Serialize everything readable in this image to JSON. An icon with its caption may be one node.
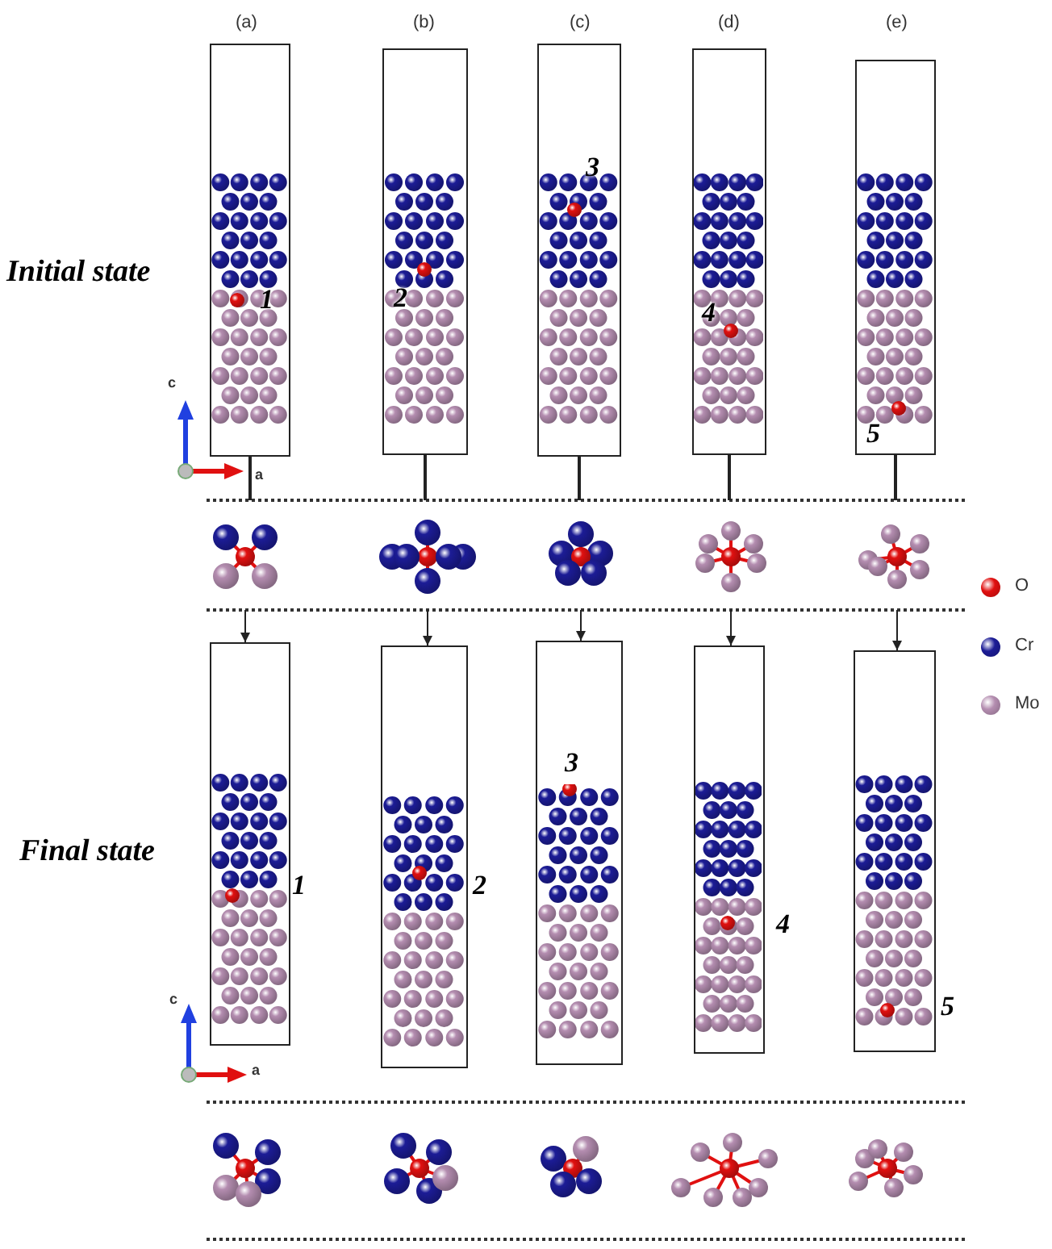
{
  "diagram": {
    "nodes": [
      {
        "text": [
          "1"
        ],
        "beside": [
          "(a)"
        ]
      },
      {
        "text": [
          "2"
        ],
        "beside": [
          "(b)"
        ]
      },
      {
        "text": [
          "3"
        ],
        "beside": [
          "(c)"
        ]
      },
      {
        "text": [
          "4"
        ],
        "beside": [
          "(d)"
        ]
      },
      {
        "text": [
          "5"
        ],
        "beside": [
          "(e)"
        ]
      },
      {
        "text": [],
        "shape": "picture"
      },
      {
        "text": [],
        "shape": "picture"
      },
      {
        "text": [],
        "shape": "picture"
      },
      {
        "text": [],
        "shape": "picture"
      },
      {
        "text": [],
        "shape": "picture"
      },
      {
        "text": [],
        "shape": "box",
        "beside": [
          "1"
        ]
      },
      {
        "text": [],
        "shape": "box",
        "beside": [
          "2"
        ]
      },
      {
        "text": [
          "3"
        ]
      },
      {
        "text": [],
        "shape": "box",
        "beside": [
          "4"
        ]
      },
      {
        "text": [],
        "shape": "box",
        "beside": [
          "5"
        ]
      },
      {
        "text": [],
        "shape": "picture"
      },
      {
        "text": [],
        "shape": "picture"
      },
      {
        "text": [],
        "shape": "picture"
      },
      {
        "text": [],
        "shape": "picture"
      },
      {
        "text": [],
        "shape": "picture"
      }
    ],
    "edges": [
      {
        "from": 0,
        "to": 5,
        "arrow": "none"
      },
      {
        "from": 1,
        "to": 6,
        "arrow": "none"
      },
      {
        "from": 2,
        "to": 7,
        "arrow": "none"
      },
      {
        "from": 3,
        "to": 8,
        "arrow": "none"
      },
      {
        "from": 4,
        "to": 9,
        "arrow": "none"
      },
      {
        "from": 5,
        "to": 10,
        "arrow": "to"
      },
      {
        "from": 6,
        "to": 11,
        "arrow": "to"
      },
      {
        "from": 7,
        "to": 12,
        "arrow": "to"
      },
      {
        "from": 8,
        "to": 13,
        "arrow": "to"
      },
      {
        "from": 9,
        "to": 14,
        "arrow": "to"
      }
    ],
    "labels": [
      "Initial state",
      "c",
      "a",
      "Final state",
      "c",
      "a"
    ],
    "legend": [
      {
        "text": "O",
        "color": "#e01010"
      },
      {
        "text": "Cr",
        "color": "#1c1c96"
      },
      {
        "text": "Mo",
        "color": "#b48db0"
      }
    ]
  }
}
